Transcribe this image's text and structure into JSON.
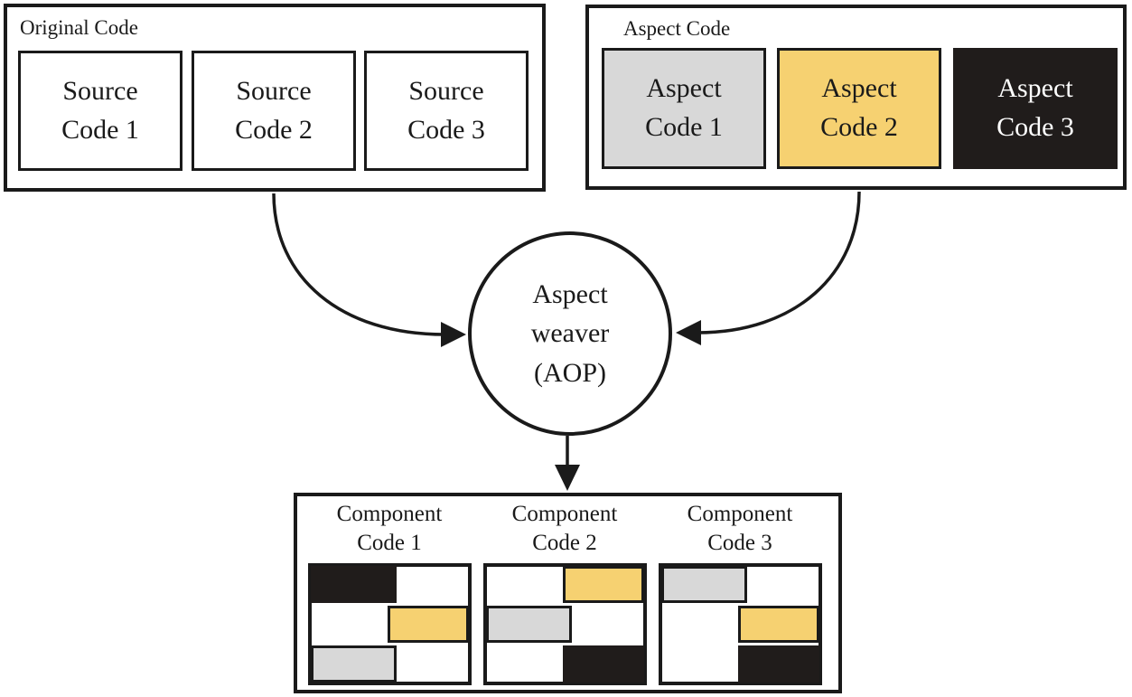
{
  "colors": {
    "outline": "#1a1a1a",
    "gray_block": "#d8d8d8",
    "yellow_block": "#f6d171",
    "black_block": "#201c1b",
    "weaver_fill": "#f5f3ea",
    "white": "#ffffff",
    "dark_text": "#1a1a1a",
    "light_text": "#ffffff"
  },
  "original_code": {
    "title": "Original Code",
    "items": [
      {
        "label": "Source Code 1"
      },
      {
        "label": "Source Code 2"
      },
      {
        "label": "Source Code 3"
      }
    ]
  },
  "aspect_code": {
    "title": "Aspect Code",
    "items": [
      {
        "label": "Aspect Code 1",
        "fill": "gray_block",
        "text": "dark_text"
      },
      {
        "label": "Aspect Code 2",
        "fill": "yellow_block",
        "text": "dark_text"
      },
      {
        "label": "Aspect Code 3",
        "fill": "black_block",
        "text": "light_text"
      }
    ]
  },
  "weaver": {
    "label": "Aspect weaver (AOP)"
  },
  "component_code": {
    "items": [
      {
        "label": "Component Code 1",
        "blocks": [
          {
            "color": "black_block",
            "row": 0,
            "side": "left"
          },
          {
            "color": "yellow_block",
            "row": 1,
            "side": "right"
          },
          {
            "color": "gray_block",
            "row": 2,
            "side": "left"
          }
        ]
      },
      {
        "label": "Component Code 2",
        "blocks": [
          {
            "color": "yellow_block",
            "row": 0,
            "side": "right"
          },
          {
            "color": "gray_block",
            "row": 1,
            "side": "left"
          },
          {
            "color": "black_block",
            "row": 2,
            "side": "right"
          }
        ]
      },
      {
        "label": "Component Code 3",
        "blocks": [
          {
            "color": "gray_block",
            "row": 0,
            "side": "left"
          },
          {
            "color": "yellow_block",
            "row": 1,
            "side": "right"
          },
          {
            "color": "black_block",
            "row": 2,
            "side": "right"
          }
        ]
      }
    ]
  }
}
